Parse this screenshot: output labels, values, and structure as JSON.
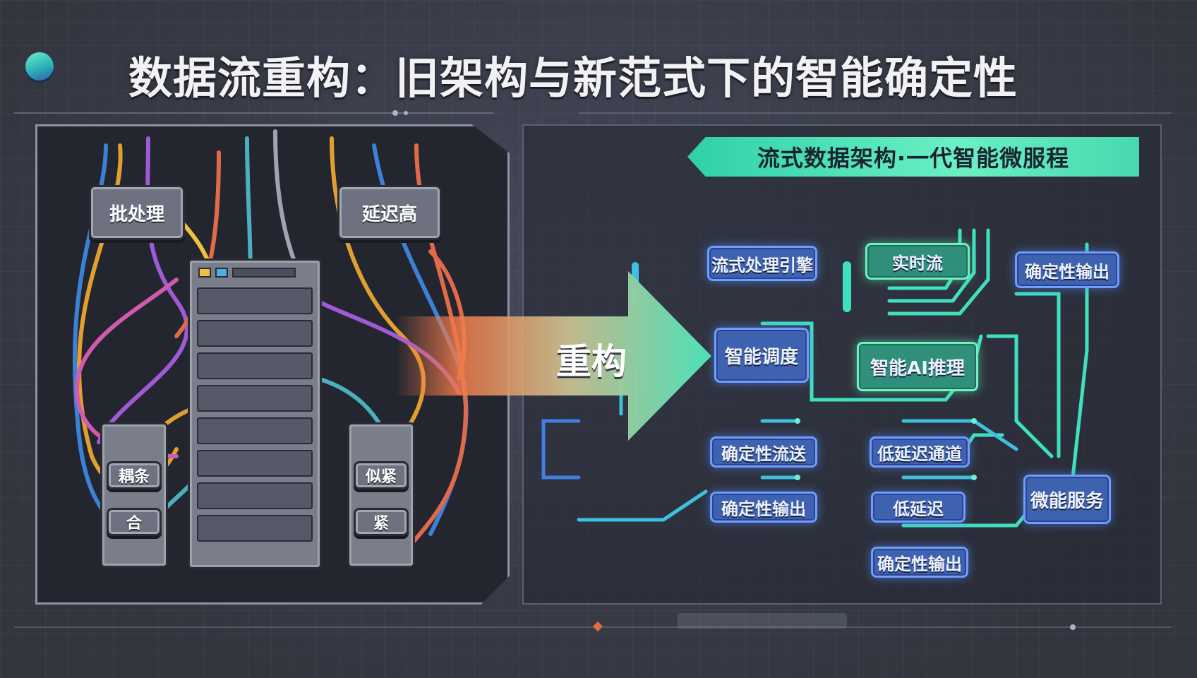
{
  "header": {
    "title": "数据流重构：旧架构与新范式下的智能确定性"
  },
  "legacy": {
    "label_batch": "批处理",
    "label_latency": "延迟高",
    "label_left_rack_top": "耦条",
    "label_left_rack_bottom": "合",
    "label_right_rack_top": "似紧",
    "label_right_rack_bottom": "紧"
  },
  "transition": {
    "label": "重构"
  },
  "modern": {
    "banner": "流式数据架构·一代智能微服程",
    "nodes": {
      "stream_engine": "流式处理引擎",
      "realtime": "实时流",
      "deterministic_out_top": "确定性输出",
      "smart_schedule": "智能调度",
      "ai_inference": "智能AI推理",
      "deterministic_flow": "确定性流送",
      "low_latency_channel": "低延迟通道",
      "deterministic_out_mid": "确定性输出",
      "low_latency": "低延迟",
      "microservice": "微能服务",
      "deterministic_out_bottom": "确定性输出"
    }
  },
  "colors": {
    "background": "#3a3d4b",
    "accent_green": "#5ef0c0",
    "accent_blue": "#4f7fe0",
    "arrow_start": "#f07a4a",
    "arrow_end": "#4ee0b8"
  }
}
